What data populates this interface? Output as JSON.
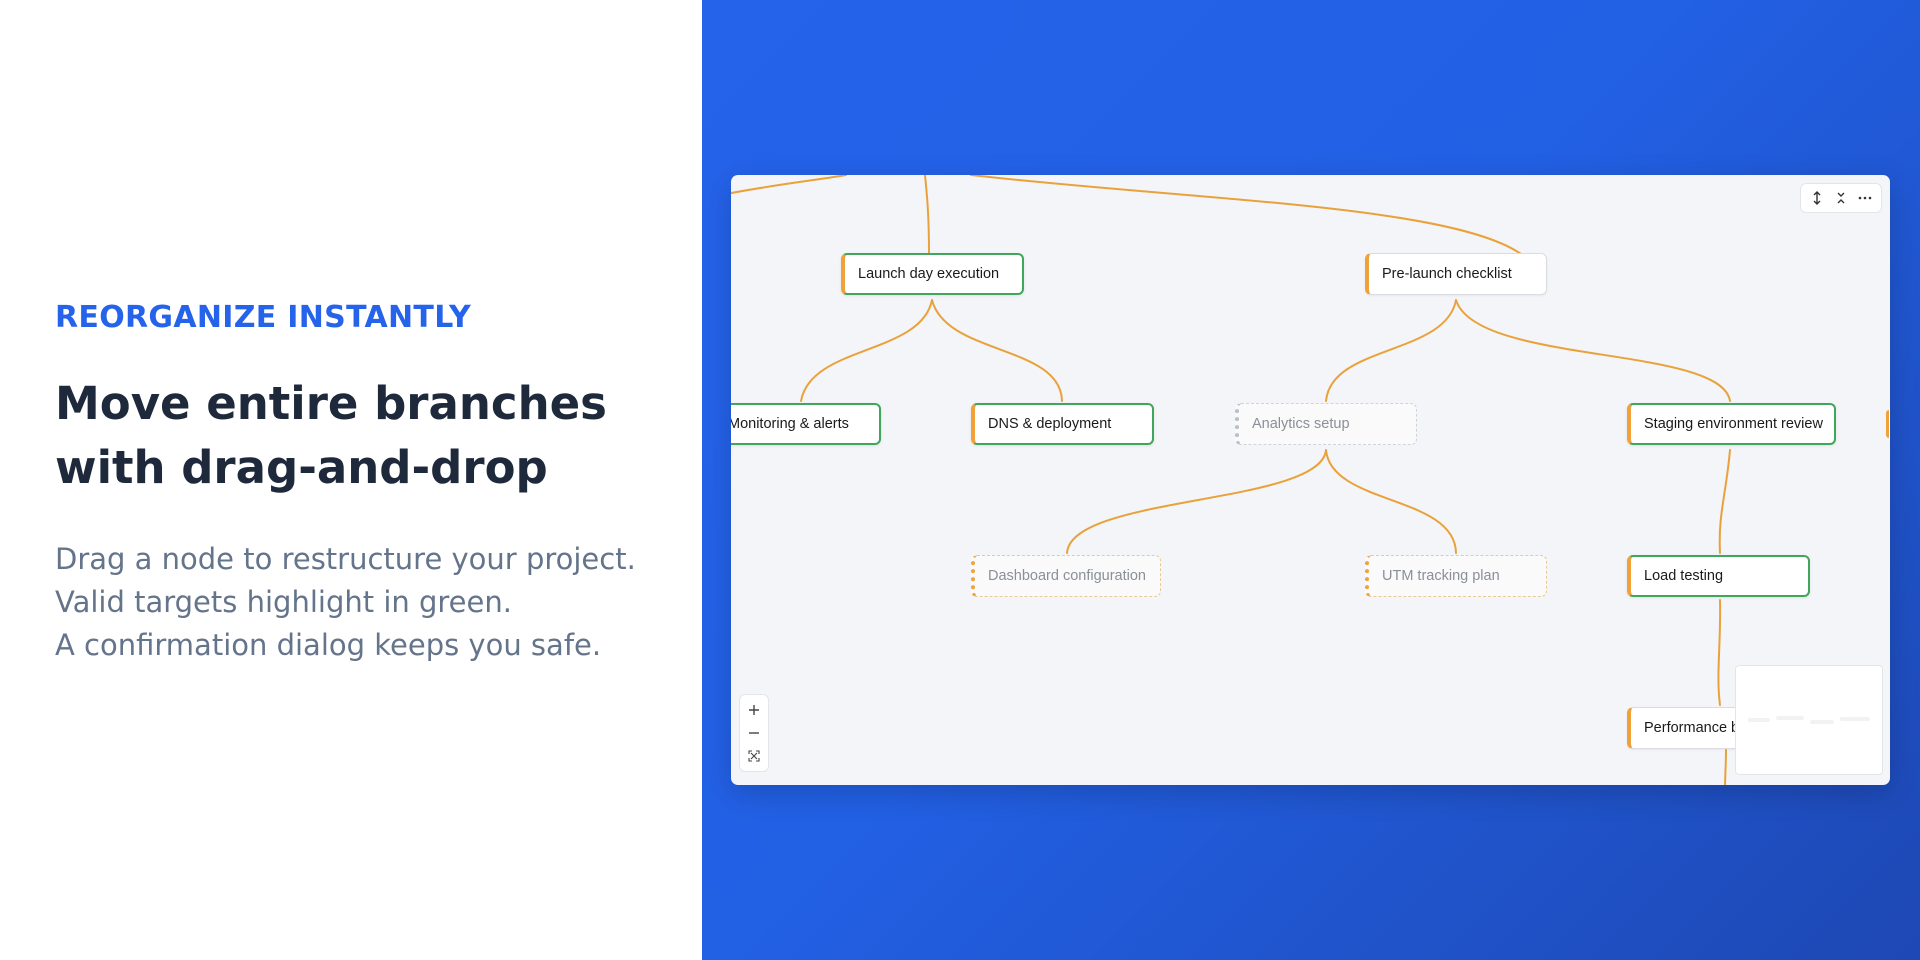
{
  "hero": {
    "eyebrow": "REORGANIZE INSTANTLY",
    "headline_line1": "Move entire branches",
    "headline_line2": "with drag-and-drop",
    "sub_line1": "Drag a node to restructure your project.",
    "sub_line2": "Valid targets highlight in green.",
    "sub_line3": "A confirmation dialog keeps you safe."
  },
  "colors": {
    "accent": "#2563eb",
    "edge": "#e9a23b",
    "valid_target": "#3fa65b",
    "node_accent": "#f0a23a"
  },
  "canvas": {
    "nodes": {
      "launch_day": "Launch day execution",
      "pre_launch": "Pre-launch checklist",
      "monitoring": "Monitoring & alerts",
      "dns": "DNS & deployment",
      "analytics": "Analytics setup",
      "staging": "Staging environment review",
      "dashboard": "Dashboard configuration",
      "utm": "UTM tracking plan",
      "load_testing": "Load testing",
      "performance": "Performance b"
    },
    "toolbar": {
      "expand_icon": "expand-vertical-icon",
      "collapse_icon": "collapse-vertical-icon",
      "more_icon": "more-horizontal-icon"
    },
    "zoom_controls": {
      "zoom_in_icon": "plus-icon",
      "zoom_out_icon": "minus-icon",
      "fit_icon": "fit-screen-icon"
    }
  }
}
